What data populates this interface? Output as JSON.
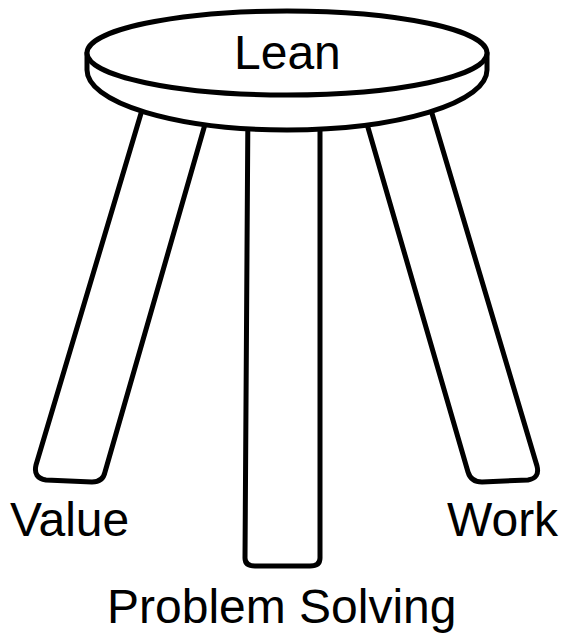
{
  "diagram": {
    "nodes": [
      {
        "text": [
          "Lean"
        ]
      }
    ],
    "labels": [
      "Value",
      "Work",
      "Problem Solving"
    ]
  }
}
